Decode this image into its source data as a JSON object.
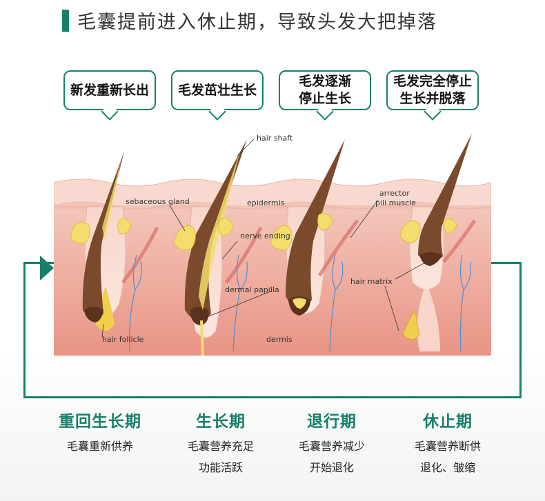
{
  "title": "毛囊提前进入休止期，导致头发大把掉落",
  "bubbles": [
    "新发重新长出",
    "毛发茁壮生长",
    "毛发逐渐\n停止生长",
    "毛发完全停止\n生长并脱落"
  ],
  "labels": {
    "hair_shaft": "hair shaft",
    "sebaceous_gland": "sebaceous gland",
    "epidermis": "epidermis",
    "arrector": "arrector",
    "pili_muscle": "pili muscle",
    "nerve_ending": "nerve ending",
    "hair_matrix": "hair matrix",
    "dermal_papilla": "dermal papilla",
    "hair_follicle": "hair follicle",
    "dermis": "dermis"
  },
  "stages": [
    {
      "title": "重回生长期",
      "desc": "毛囊重新供养"
    },
    {
      "title": "生长期",
      "desc": "毛囊营养充足\n功能活跃"
    },
    {
      "title": "退行期",
      "desc": "毛囊营养减少\n开始退化"
    },
    {
      "title": "休止期",
      "desc": "毛囊营养断供\n退化、皱缩"
    }
  ],
  "colors": {
    "accent": "#16806a",
    "skin": "#f2b9ab",
    "hair": "#7b4a2c",
    "fat": "#f3dd6c"
  }
}
